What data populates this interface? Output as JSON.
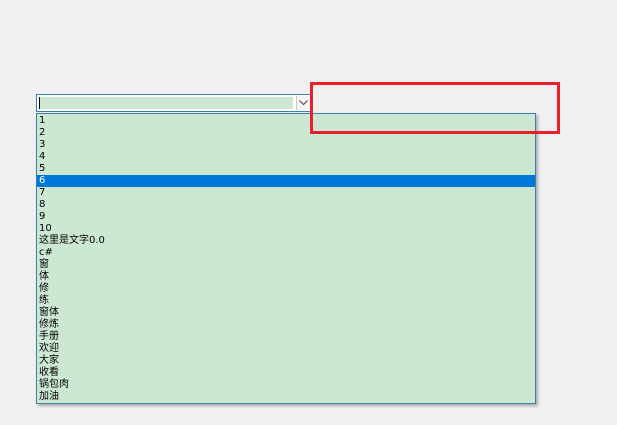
{
  "combo": {
    "value": "",
    "dropdown_icon": "chevron-down-icon"
  },
  "list": {
    "items": [
      "1",
      "2",
      "3",
      "4",
      "5",
      "6",
      "7",
      "8",
      "9",
      "10",
      "这里是文字0.0",
      "c#",
      "窗",
      "体",
      "修",
      "练",
      "窗体",
      "修炼",
      "手册",
      "欢迎",
      "大家",
      "收看",
      "锅包肉",
      "加油"
    ],
    "selected_index": 5
  },
  "colors": {
    "list_background": "#cde8d2",
    "selection": "#0078d7",
    "annotation_box": "#e8202a",
    "border": "#3c7fb1"
  }
}
